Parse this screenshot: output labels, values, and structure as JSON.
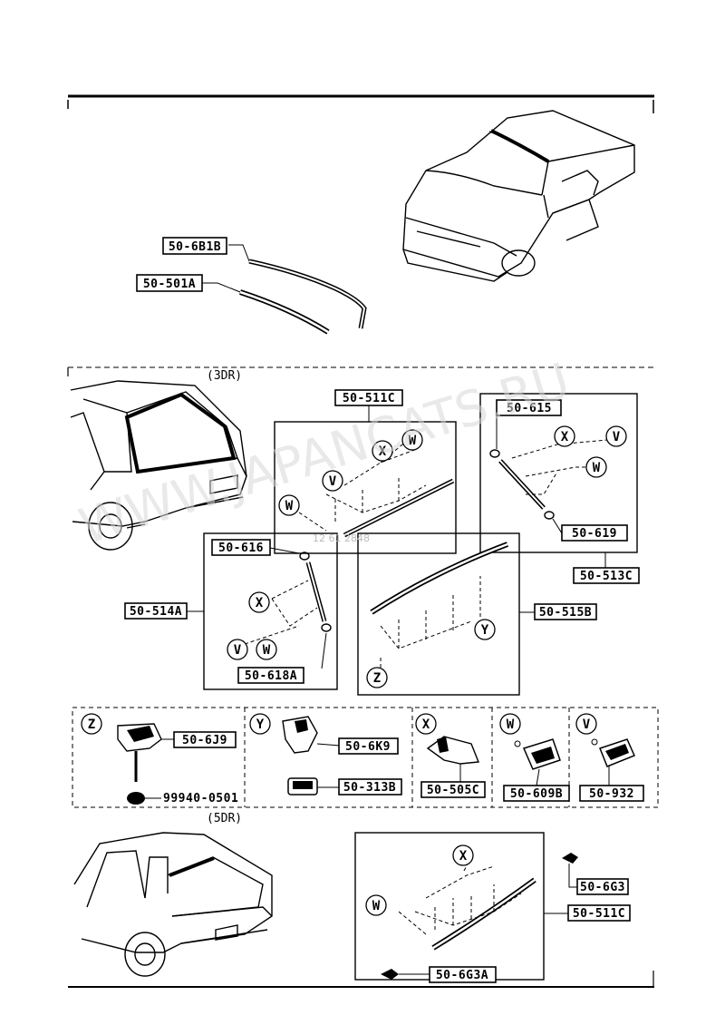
{
  "watermark": {
    "site": "WWW.JAPANCATS.RU",
    "code": "12 61 2848"
  },
  "sections": {
    "three_door": "(3DR)",
    "five_door": "(5DR)"
  },
  "part_numbers": {
    "p_6b1b": "50-6B1B",
    "p_501a": "50-501A",
    "p_511c_top": "50-511C",
    "p_615": "50-615",
    "p_619": "50-619",
    "p_513c": "50-513C",
    "p_616": "50-616",
    "p_514a": "50-514A",
    "p_618a": "50-618A",
    "p_515b": "50-515B",
    "p_6j9": "50-6J9",
    "p_99940": "99940-0501",
    "p_6k9": "50-6K9",
    "p_313b": "50-313B",
    "p_505c": "50-505C",
    "p_609b": "50-609B",
    "p_932": "50-932",
    "p_6g3": "50-6G3",
    "p_511c_bottom": "50-511C",
    "p_6g3a": "50-6G3A"
  },
  "clip_markers": {
    "z": "Z",
    "y": "Y",
    "x": "X",
    "w": "W",
    "v": "V"
  }
}
